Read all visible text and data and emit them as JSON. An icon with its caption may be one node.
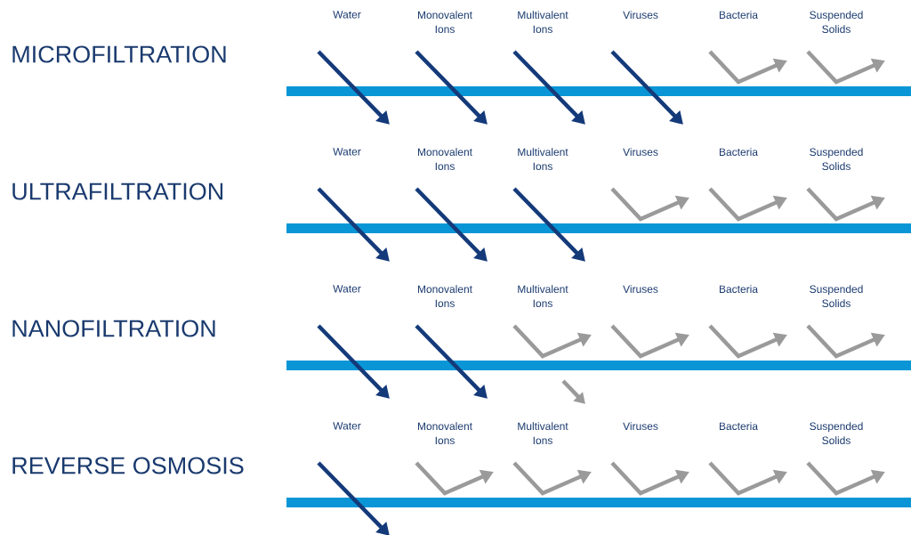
{
  "diagram": {
    "labels": [
      "Water",
      "Monovalent Ions",
      "Multivalent Ions",
      "Viruses",
      "Bacteria",
      "Suspended Solids",
      "MICROFILTRATION",
      "Water",
      "Monovalent Ions",
      "Multivalent Ions",
      "Viruses",
      "Bacteria",
      "Suspended Solids",
      "ULTRAFILTRATION",
      "Water",
      "Monovalent Ions",
      "Multivalent Ions",
      "Viruses",
      "Bacteria",
      "Suspended Solids",
      "NANOFILTRATION",
      "Water",
      "Monovalent Ions",
      "Multivalent Ions",
      "Viruses",
      "Bacteria",
      "Suspended Solids",
      "REVERSE OSMOSIS"
    ]
  }
}
